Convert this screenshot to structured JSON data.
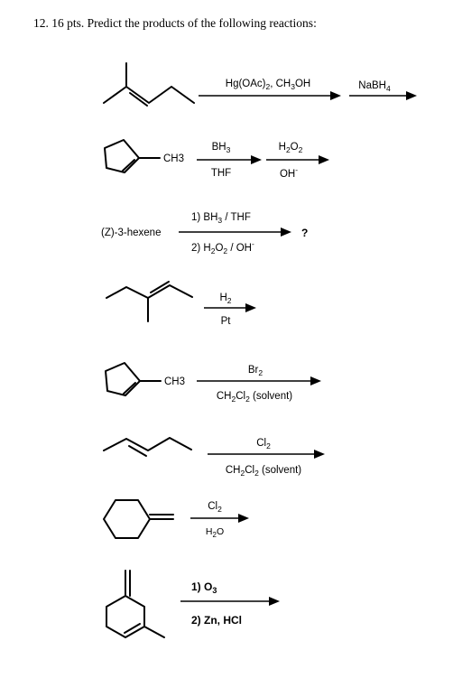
{
  "header": {
    "question": "12. 16 pts. Predict the products of the following reactions:"
  },
  "reactions": [
    {
      "id": "1",
      "substituent": "",
      "step1_above": "Hg(OAc)2, CH3OH",
      "step2_above": "NaBH4"
    },
    {
      "id": "2",
      "substituent": "CH3",
      "step1_above": "BH3",
      "step1_below": "THF",
      "step2_above": "H2O2",
      "step2_below": "OH-"
    },
    {
      "id": "3",
      "reactant_name": "(Z)-3-hexene",
      "above_1": "1) BH3 / THF",
      "below_2": "2) H2O2 / OH-",
      "product": "?"
    },
    {
      "id": "4",
      "above": "H2",
      "below": "Pt"
    },
    {
      "id": "5",
      "substituent": "CH3",
      "above": "Br2",
      "below": "CH2Cl2 (solvent)"
    },
    {
      "id": "6",
      "above": "Cl2",
      "below": "CH2Cl2 (solvent)"
    },
    {
      "id": "7",
      "above": "Cl2",
      "below": "H2O"
    },
    {
      "id": "8",
      "line1": "1) O3",
      "line2": "2) Zn, HCl"
    }
  ]
}
